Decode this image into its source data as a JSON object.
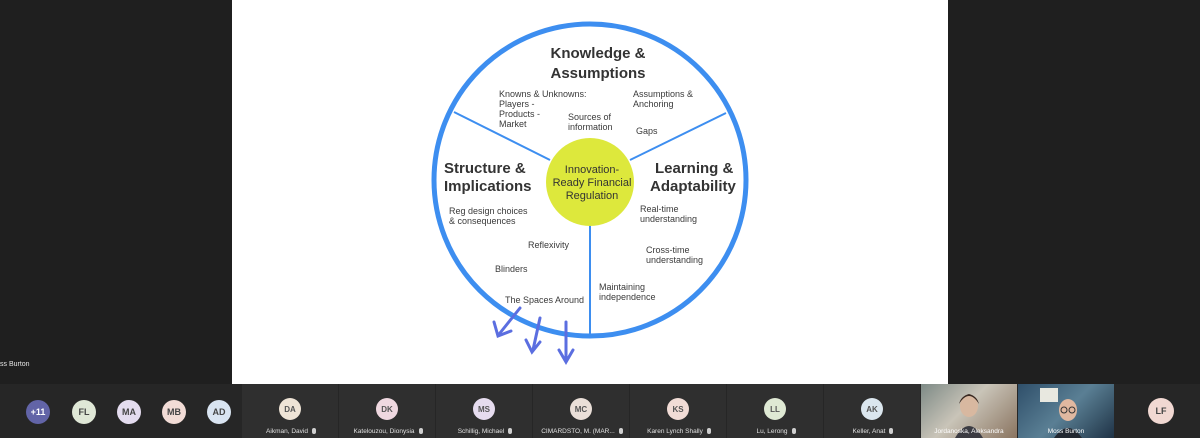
{
  "left_name": "ss Burton",
  "slide": {
    "center_line1": "Innovation-",
    "center_line2": "Ready Financial",
    "center_line3": "Regulation",
    "knowledge": {
      "title1": "Knowledge &",
      "title2": "Assumptions",
      "item1": [
        "Knowns & Unknowns:",
        "Players -",
        "Products -",
        "Market"
      ],
      "item2": [
        "Sources of",
        "information"
      ],
      "item3": [
        "Assumptions &",
        "Anchoring"
      ],
      "item4": "Gaps"
    },
    "structure": {
      "title1": "Structure &",
      "title2": "Implications",
      "item1": [
        "Reg design choices",
        "& consequences"
      ],
      "item2": "Reflexivity",
      "item3": "Blinders",
      "item4": "The Spaces Around"
    },
    "learning": {
      "title1": "Learning &",
      "title2": "Adaptability",
      "item1": [
        "Real-time",
        "understanding"
      ],
      "item2": [
        "Cross-time",
        "understanding"
      ],
      "item3": [
        "Maintaining",
        "independence"
      ]
    },
    "colors": {
      "ring": "#3d8ef0",
      "center": "#dde83c",
      "arrows": "#5b6ee0"
    }
  },
  "participants": {
    "more": "+11",
    "minis": [
      {
        "initials": "FL",
        "color": "#dfe7d6"
      },
      {
        "initials": "MA",
        "color": "#e4dcef"
      },
      {
        "initials": "MB",
        "color": "#f2dcd6"
      },
      {
        "initials": "AD",
        "color": "#d9e4f1"
      }
    ],
    "tiles": [
      {
        "initials": "DA",
        "name": "Aikman, David",
        "color": "#efe4d6"
      },
      {
        "initials": "DK",
        "name": "Katelouzou, Dionysia",
        "color": "#efd8e0"
      },
      {
        "initials": "MS",
        "name": "Schillig, Michael",
        "color": "#e6dcef"
      },
      {
        "initials": "MC",
        "name": "CIMARDSTO, M. (MAR...",
        "color": "#eadfd8"
      },
      {
        "initials": "KS",
        "name": "Karen Lynch Shally",
        "color": "#f1dcd6"
      },
      {
        "initials": "LL",
        "name": "Lu, Lerong",
        "color": "#dfe9d4"
      },
      {
        "initials": "AK",
        "name": "Keller, Anat",
        "color": "#dbe6ee"
      }
    ],
    "video1": "Jordanoska, Aleksandra",
    "video2": "Moss Burton",
    "last": {
      "initials": "LF",
      "color": "#f1d8d2"
    }
  }
}
